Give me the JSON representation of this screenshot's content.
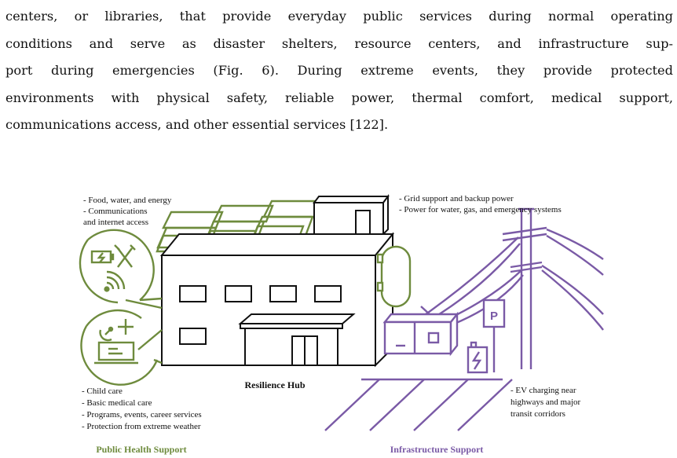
{
  "paragraph": {
    "lines": [
      "centers, or libraries, that provide everyday public services during normal operating",
      "conditions and serve as disaster shelters, resource centers, and infrastructure sup-",
      "port during emergencies (Fig. 6). During extreme events, they provide protected",
      "environments with physical safety, reliable power, thermal comfort, medical support,",
      "communications access, and other essential services [122]."
    ]
  },
  "figure": {
    "top_left_labels": [
      "- Food, water, and energy",
      "- Communications",
      "and internet access"
    ],
    "top_right_labels": [
      "- Grid support and backup power",
      "- Power for water, gas, and emergency systems"
    ],
    "bottom_left_labels": [
      "- Child care",
      "- Basic medical care",
      "- Programs, events, career services",
      "- Protection from extreme weather"
    ],
    "bottom_right_labels": [
      "- EV charging near",
      "highways and major",
      "transit corridors"
    ],
    "center_label": "Resilience Hub",
    "parking_sign": "P",
    "caption_left": "Public Health Support",
    "caption_right": "Infrastructure Support",
    "colors": {
      "green": "#6e8b3d",
      "purple": "#7a5aa6",
      "black": "#111111"
    }
  }
}
